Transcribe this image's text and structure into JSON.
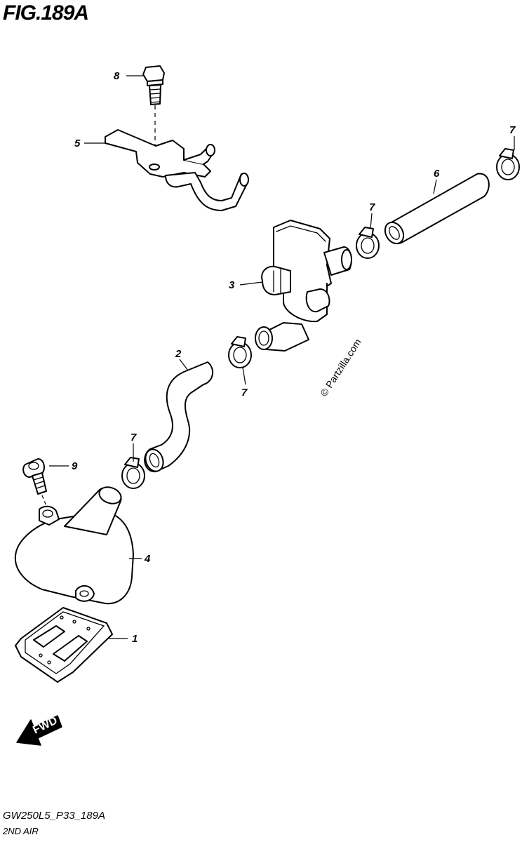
{
  "figure_title": "FIG.189A",
  "model_code": "GW250L5_P33_189A",
  "section_name": "2ND AIR",
  "watermark": "© Partzilla.com",
  "direction_arrow": "FWD",
  "callouts": [
    {
      "id": "callout-8",
      "label": "8"
    },
    {
      "id": "callout-5",
      "label": "5"
    },
    {
      "id": "callout-7a",
      "label": "7"
    },
    {
      "id": "callout-6",
      "label": "6"
    },
    {
      "id": "callout-7b",
      "label": "7"
    },
    {
      "id": "callout-3",
      "label": "3"
    },
    {
      "id": "callout-2",
      "label": "2"
    },
    {
      "id": "callout-7c",
      "label": "7"
    },
    {
      "id": "callout-7d",
      "label": "7"
    },
    {
      "id": "callout-9",
      "label": "9"
    },
    {
      "id": "callout-4",
      "label": "4"
    },
    {
      "id": "callout-1",
      "label": "1"
    }
  ]
}
